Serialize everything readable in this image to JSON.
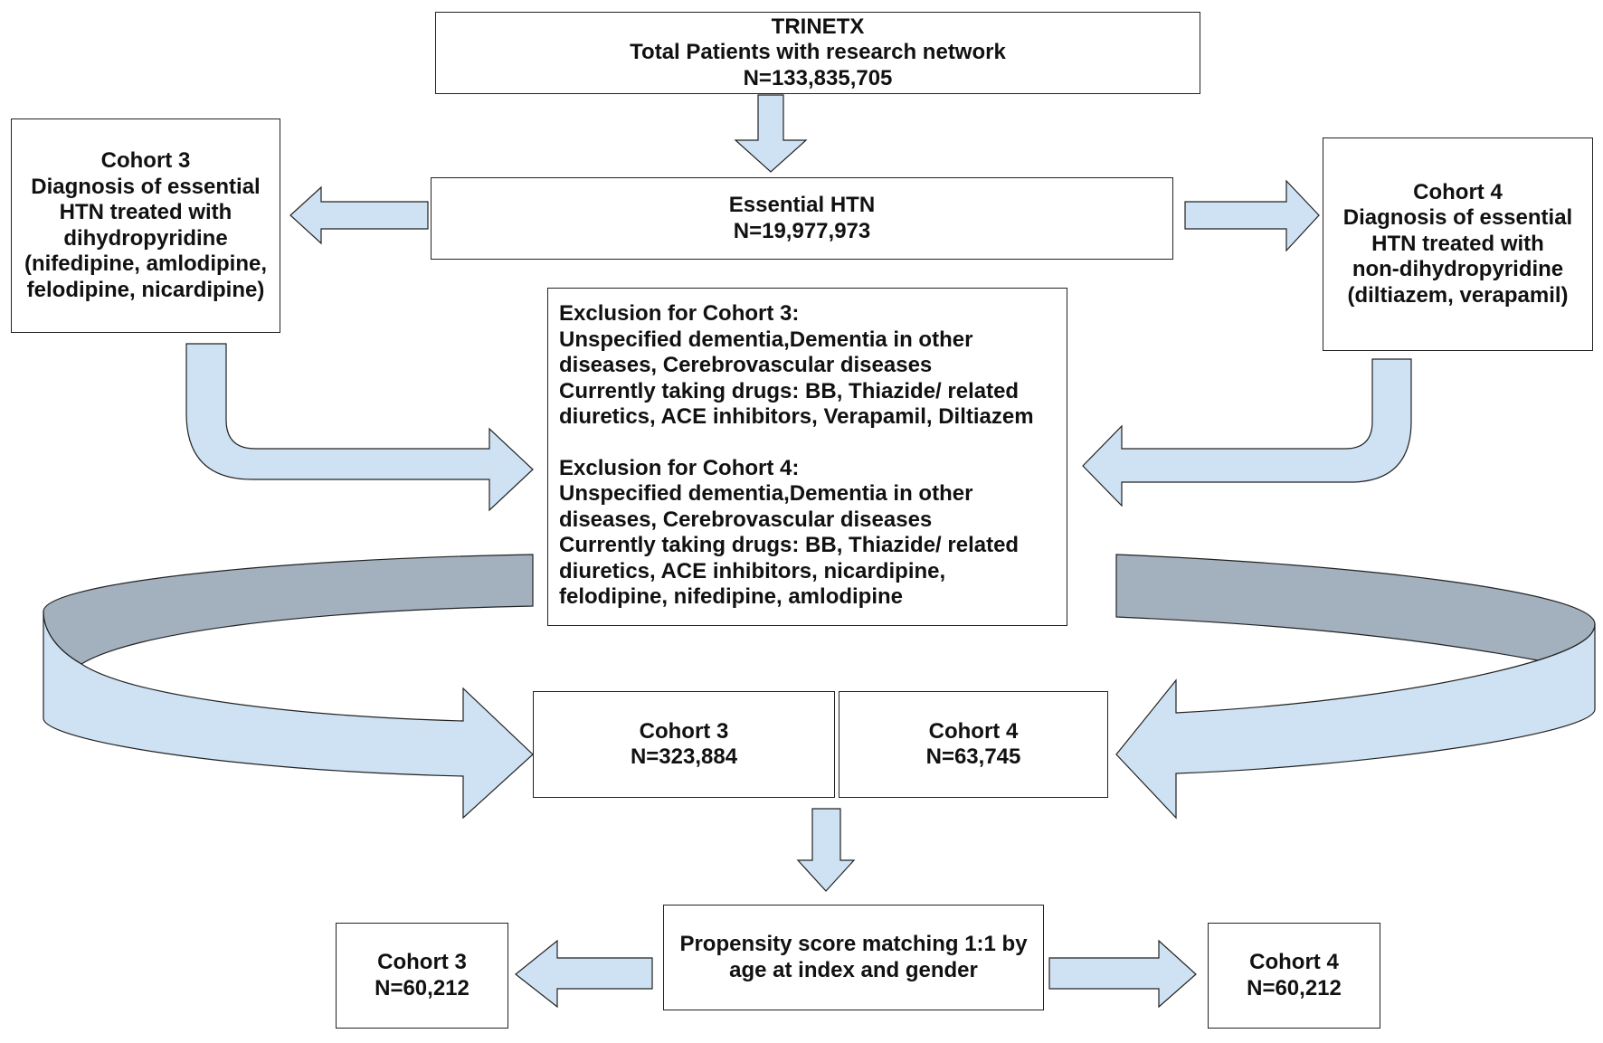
{
  "colors": {
    "arrow_fill": "#cfe2f3",
    "band_back": "#a3b1bf",
    "stroke": "#222222"
  },
  "nodes": {
    "trinetx": {
      "line1": "TRINETX",
      "line2": "Total Patients with research network",
      "line3": "N=133,835,705"
    },
    "essential_htn": {
      "line1": "Essential HTN",
      "line2": "N=19,977,973"
    },
    "cohort3_dx": {
      "line1": "Cohort 3",
      "line2": "Diagnosis of essential",
      "line3": "HTN treated with",
      "line4": "dihydropyridine",
      "line5": "(nifedipine, amlodipine,",
      "line6": "felodipine, nicardipine)"
    },
    "cohort4_dx": {
      "line1": "Cohort 4",
      "line2": "Diagnosis of essential",
      "line3": "HTN treated with",
      "line4": "non-dihydropyridine",
      "line5": "(diltiazem, verapamil)"
    },
    "exclusion": {
      "c3_title": "Exclusion for Cohort 3:",
      "c3_line1": "Unspecified dementia,Dementia in other",
      "c3_line2": "diseases, Cerebrovascular diseases",
      "c3_line3": "Currently taking drugs:  BB, Thiazide/ related",
      "c3_line4": "diuretics, ACE inhibitors, Verapamil, Diltiazem",
      "c4_title": "Exclusion for Cohort 4:",
      "c4_line1": "Unspecified dementia,Dementia in other",
      "c4_line2": "diseases, Cerebrovascular diseases",
      "c4_line3": "Currently taking drugs:  BB, Thiazide/ related",
      "c4_line4": "diuretics, ACE inhibitors, nicardipine,",
      "c4_line5": "felodipine, nifedipine, amlodipine"
    },
    "cohort3_after": {
      "line1": "Cohort 3",
      "line2": "N=323,884"
    },
    "cohort4_after": {
      "line1": "Cohort 4",
      "line2": "N=63,745"
    },
    "psm": {
      "line1": "Propensity score matching 1:1 by",
      "line2": "age at index and gender"
    },
    "cohort3_final": {
      "line1": "Cohort 3",
      "line2": "N=60,212"
    },
    "cohort4_final": {
      "line1": "Cohort 4",
      "line2": "N=60,212"
    }
  }
}
